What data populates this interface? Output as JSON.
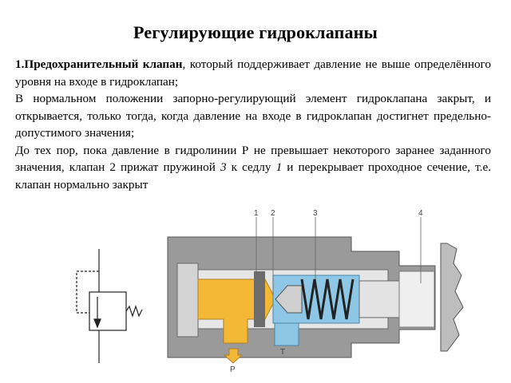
{
  "title": "Регулирующие гидроклапаны",
  "paragraph1": {
    "number_bold": "1.Предохранительный клапан",
    "text": ", который поддерживает давление не выше определённого уровня на входе в гидроклапан;"
  },
  "paragraph2": "В нормальном положении запорно-регулирующий элемент гидроклапана закрыт, и открывается, только тогда, когда давление на входе в гидроклапан достигнет предельно-допустимого значения;",
  "paragraph3": {
    "part1": "До тех пор, пока давление в гидролинии Р не превышает некоторого заранее заданного значения,   клапан 2 прижат пружиной ",
    "n3": "3",
    "part2": " к седлу ",
    "n1": "1",
    "part3": " и перекрывает проходное сечение, т.е. клапан нормально закрыт"
  },
  "figure": {
    "callouts": [
      "1",
      "2",
      "3",
      "4"
    ],
    "port_p": "P",
    "port_t": "T"
  },
  "colors": {
    "body_gray": "#8e8e8e",
    "body_dark": "#5b5b5b",
    "flow_yellow": "#f2b836",
    "spring_blue": "#8ec7e6"
  }
}
